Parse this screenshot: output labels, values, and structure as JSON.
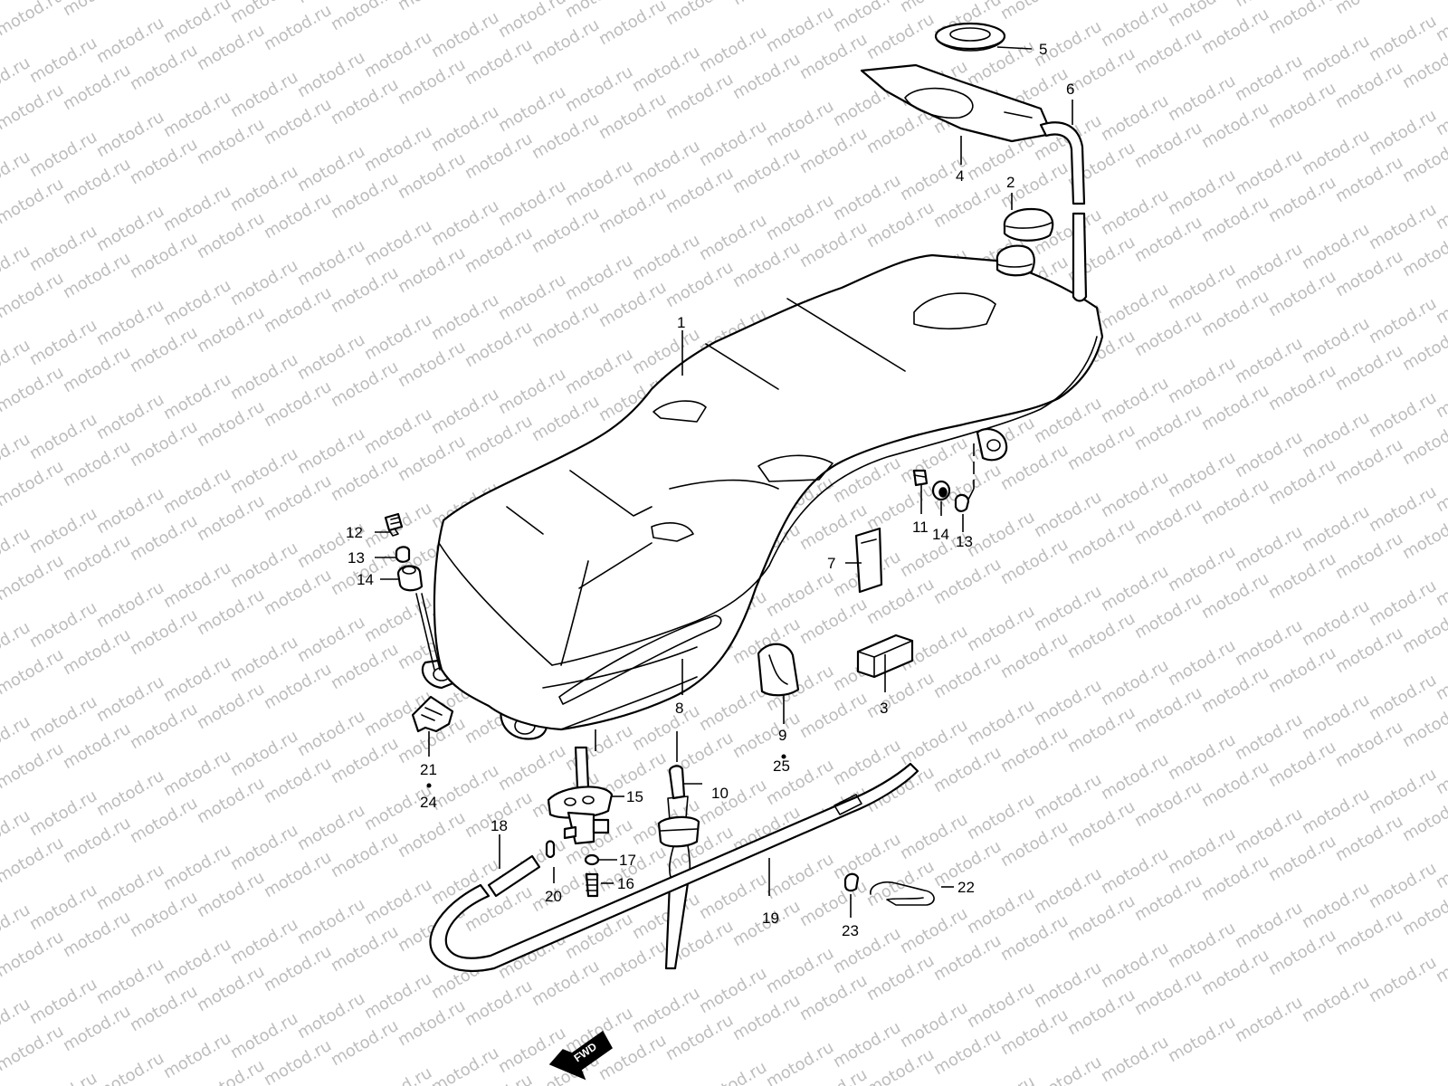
{
  "watermark": "motod.ru",
  "fwd_label": "FWD",
  "callouts": [
    {
      "id": "c1",
      "text": "1"
    },
    {
      "id": "c2",
      "text": "2"
    },
    {
      "id": "c3",
      "text": "3"
    },
    {
      "id": "c4",
      "text": "4"
    },
    {
      "id": "c5",
      "text": "5"
    },
    {
      "id": "c6",
      "text": "6"
    },
    {
      "id": "c7",
      "text": "7"
    },
    {
      "id": "c8",
      "text": "8"
    },
    {
      "id": "c9",
      "text": "9"
    },
    {
      "id": "c25",
      "text": "25"
    },
    {
      "id": "c10",
      "text": "10"
    },
    {
      "id": "c11",
      "text": "11"
    },
    {
      "id": "c14r",
      "text": "14"
    },
    {
      "id": "c13r",
      "text": "13"
    },
    {
      "id": "c12",
      "text": "12"
    },
    {
      "id": "c13l",
      "text": "13"
    },
    {
      "id": "c14l",
      "text": "14"
    },
    {
      "id": "c15",
      "text": "15"
    },
    {
      "id": "c16",
      "text": "16"
    },
    {
      "id": "c17",
      "text": "17"
    },
    {
      "id": "c18",
      "text": "18"
    },
    {
      "id": "c19",
      "text": "19"
    },
    {
      "id": "c20",
      "text": "20"
    },
    {
      "id": "c21",
      "text": "21"
    },
    {
      "id": "c24",
      "text": "24"
    },
    {
      "id": "c22",
      "text": "22"
    },
    {
      "id": "c23",
      "text": "23"
    }
  ]
}
